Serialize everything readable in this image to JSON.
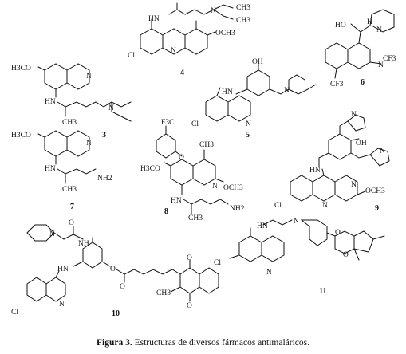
{
  "caption": {
    "label": "Figura 3.",
    "text": " Estructuras de diversos fármacos antimaláricos."
  },
  "compounds": [
    {
      "number": "3"
    },
    {
      "number": "4"
    },
    {
      "number": "5"
    },
    {
      "number": "6"
    },
    {
      "number": "7"
    },
    {
      "number": "8"
    },
    {
      "number": "9"
    },
    {
      "number": "10"
    },
    {
      "number": "11"
    }
  ],
  "atoms": {
    "h3co": "H3CO",
    "nh": "NH",
    "hn": "HN",
    "n": "N",
    "cl": "Cl",
    "ch3": "CH3",
    "och3": "OCH3",
    "nh2": "NH2",
    "oh": "OH",
    "ho": "HO",
    "h": "H",
    "cf3": "CF3",
    "f3c": "F3C",
    "o": "O"
  }
}
